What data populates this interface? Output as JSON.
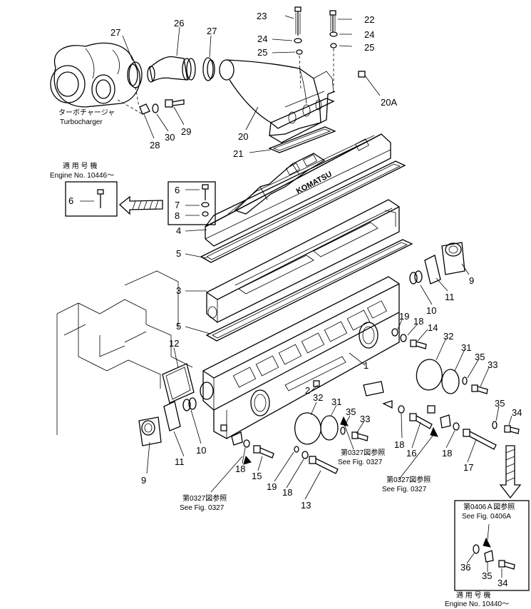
{
  "turbocharger": {
    "label_jp": "ターボチャージャ",
    "label_en": "Turbocharger"
  },
  "brand_mark": "KOMATSU",
  "callouts": {
    "c27a": "27",
    "c26": "26",
    "c27b": "27",
    "c23": "23",
    "c22": "22",
    "c24a": "24",
    "c24b": "24",
    "c25a": "25",
    "c25b": "25",
    "c20a": "20A",
    "c30": "30",
    "c29": "29",
    "c28": "28",
    "c20": "20",
    "c21": "21",
    "c6a": "6",
    "c6b": "6",
    "c7": "7",
    "c8": "8",
    "c4": "4",
    "c5a": "5",
    "c5b": "5",
    "c3": "3",
    "c9a": "9",
    "c11a": "11",
    "c10a": "10",
    "c19a": "19",
    "c18a": "18",
    "c14": "14",
    "c32a": "32",
    "c1": "1",
    "c12": "12",
    "c31a": "31",
    "c35a": "35",
    "c33a": "33",
    "c2": "2",
    "c32b": "32",
    "c31b": "31",
    "c35b": "35",
    "c33b": "33",
    "c35c": "35",
    "c34a": "34",
    "c18b": "18",
    "c16": "16",
    "c18c": "18",
    "c17": "17",
    "c10b": "10",
    "c11b": "11",
    "c9b": "9",
    "c18d": "18",
    "c15": "15",
    "c19b": "19",
    "c18e": "18",
    "c13": "13",
    "c36": "36",
    "c35d": "35",
    "c34b": "34"
  },
  "notes": {
    "applicable_jp": "適 用 号 機",
    "engine_top": "Engine No. 10446～",
    "ref_center_jp": "第0327図参照",
    "ref_center_en": "See Fig. 0327",
    "ref_right_jp": "第0327図参照",
    "ref_right_en": "See Fig. 0327",
    "ref_left_jp": "第0327図参照",
    "ref_left_en": "See Fig. 0327",
    "ref_inset_jp": "第0406Ａ図参照",
    "ref_inset_en": "See Fig. 0406A",
    "applicable_bottom_jp": "適 用 号 機",
    "engine_bottom": "Engine No. 10440～"
  }
}
